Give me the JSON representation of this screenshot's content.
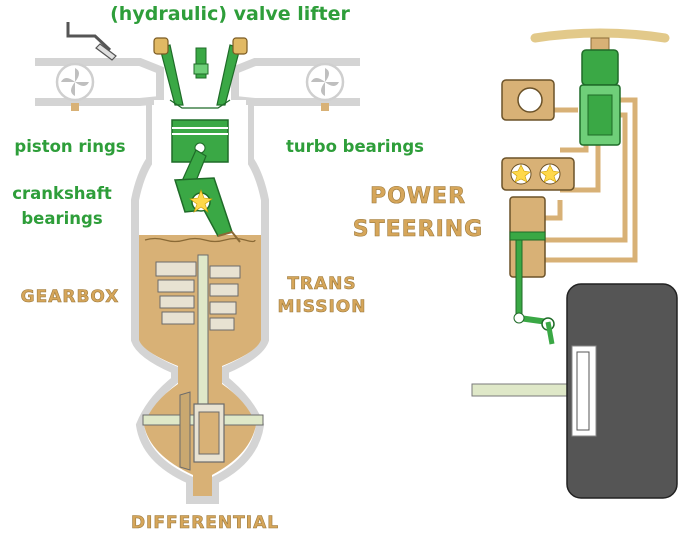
{
  "labels": {
    "valve_lifter": "(hydraulic) valve lifter",
    "piston_rings": "piston rings",
    "turbo_bearings": "turbo bearings",
    "crankshaft_line1": "crankshaft",
    "crankshaft_line2": "bearings",
    "gearbox": "GEARBOX",
    "trans_line1": "TRANS",
    "trans_line2": "MISSION",
    "differential": "DIFFERENTIAL",
    "power_line1": "POWER",
    "power_line2": "STEERING"
  },
  "colors": {
    "green_accent": "#2e9e3a",
    "tan_fluid": "#d8b176",
    "tan_label": "#d6a65a",
    "housing_gray": "#d4d4d4",
    "tire_dark": "#555555"
  }
}
